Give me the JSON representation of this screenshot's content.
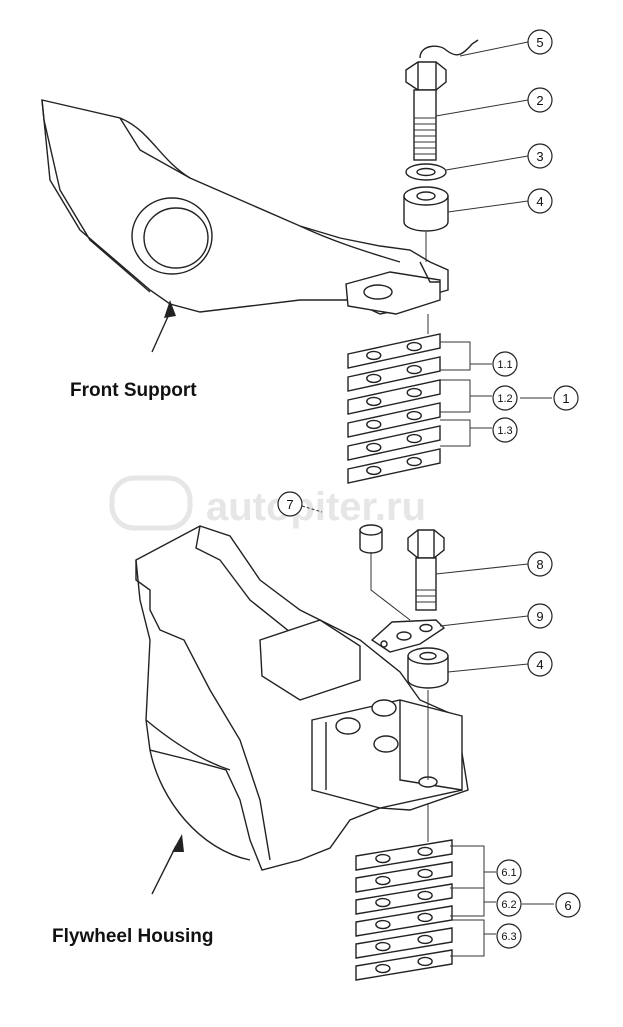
{
  "labels": {
    "front_support": "Front Support",
    "flywheel_housing": "Flywheel Housing"
  },
  "watermark": {
    "text": "autopiter.ru"
  },
  "callouts": {
    "c5": "5",
    "c2": "2",
    "c3": "3",
    "c4_top": "4",
    "c1_1": "1.1",
    "c1_2": "1.2",
    "c1_3": "1.3",
    "c1": "1",
    "c7": "7",
    "c8": "8",
    "c9": "9",
    "c4_bottom": "4",
    "c6_1": "6.1",
    "c6_2": "6.2",
    "c6_3": "6.3",
    "c6": "6"
  }
}
